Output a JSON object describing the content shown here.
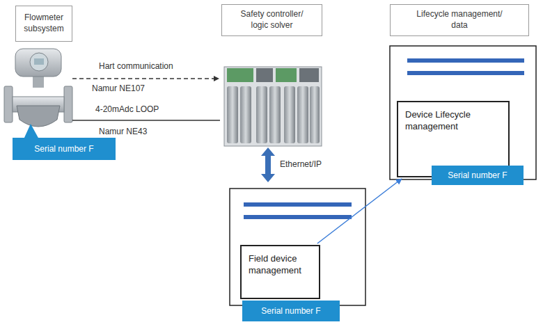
{
  "diagram": {
    "nodes": [
      {
        "text": [
          "Flowmeter subsystem"
        ]
      },
      {
        "text": [
          "Safety controller/ logic solver"
        ]
      },
      {
        "text": [
          "Lifecycle management/ data"
        ]
      },
      {
        "text": [
          "Serial number F"
        ]
      },
      {
        "text": [
          "Device Lifecycle management"
        ]
      },
      {
        "text": [
          "Serial number F"
        ]
      },
      {
        "text": [
          "Field device management"
        ]
      },
      {
        "text": [
          "Serial number F"
        ]
      }
    ],
    "edges": [
      {
        "from": 6,
        "to": 4,
        "arrow": "to"
      }
    ],
    "labels": [
      "Hart communication",
      "Namur NE107",
      "4-20mAdc LOOP",
      "Namur NE43",
      "Ethernet/IP"
    ]
  }
}
